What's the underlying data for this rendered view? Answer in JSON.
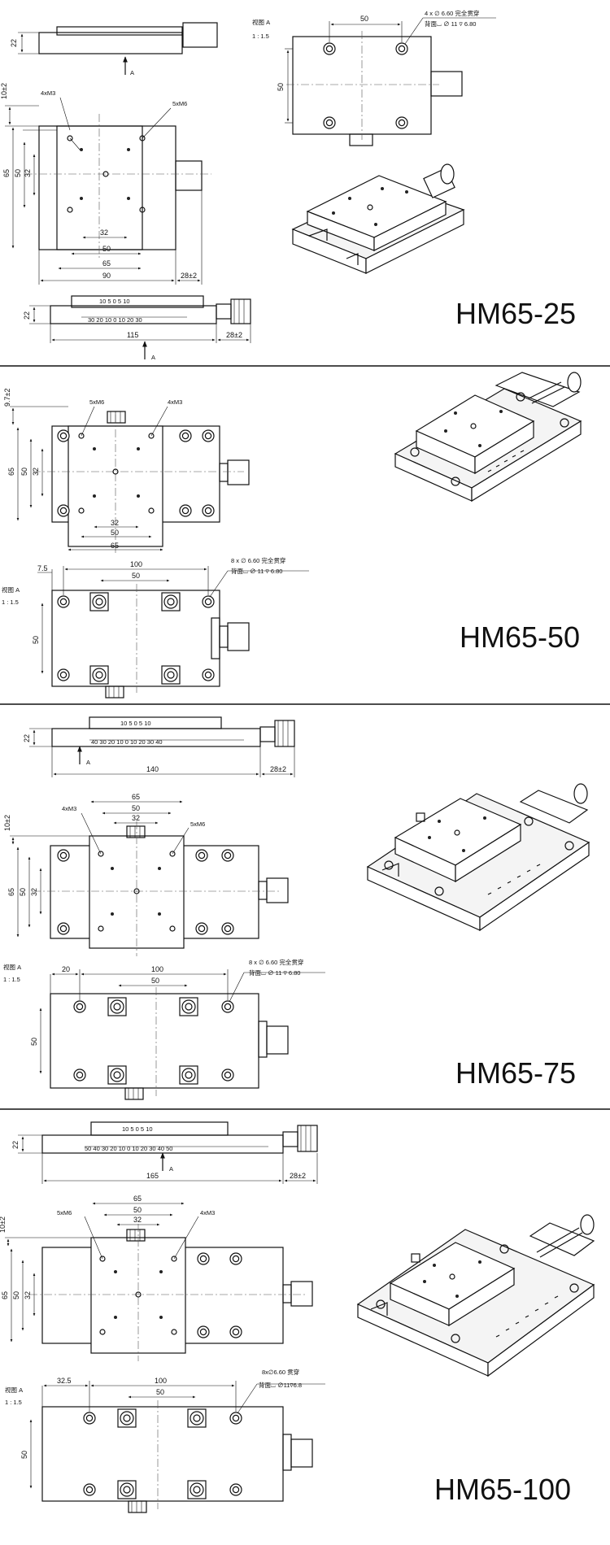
{
  "sections": [
    {
      "model": "HM65-25",
      "dims": {
        "h22a": "22",
        "top_w": "50",
        "top_h": "50",
        "dim10": "10±2",
        "left65": "65",
        "left50": "50",
        "left32": "32",
        "b32": "32",
        "b50": "50",
        "b65": "65",
        "b90": "90",
        "r28": "28±2",
        "h22b": "22",
        "w115": "115",
        "r28b": "28±2"
      },
      "labels": {
        "view": "视图 A",
        "scale": "1 : 1.5",
        "arrowA": "A",
        "arrowA2": "A",
        "m3": "4xM3",
        "m6": "5xM6"
      },
      "notes": {
        "hole1": "4 x ∅ 6.60 完全贯穿",
        "hole2": "背面⌴ ∅ 11 ⊽ 6.80"
      },
      "scale_top": [
        "10",
        "5",
        "0",
        "5",
        "10"
      ],
      "scale_bottom": [
        "30",
        "20",
        "10",
        "0",
        "10",
        "20",
        "30"
      ]
    },
    {
      "model": "HM65-50",
      "dims": {
        "dim97": "9.7±2",
        "l65": "65",
        "l50": "50",
        "l32": "32",
        "b32": "32",
        "b50": "50",
        "b65": "65",
        "d75": "7.5",
        "d100": "100",
        "d50": "50",
        "v50": "50"
      },
      "labels": {
        "m6": "5xM6",
        "m3": "4xM3",
        "view": "视图 A",
        "scale": "1 : 1.5"
      },
      "notes": {
        "hole1": "8 x ∅ 6.60 完全贯穿",
        "hole2": "背面⌴ ∅ 11 ⊽ 6.80"
      }
    },
    {
      "model": "HM65-75",
      "dims": {
        "h22": "22",
        "w140": "140",
        "r28": "28±2",
        "t65": "65",
        "t50": "50",
        "t32": "32",
        "dim10": "10±2",
        "l65": "65",
        "l50": "50",
        "l32": "32",
        "d20": "20",
        "d100": "100",
        "d50": "50",
        "v50": "50"
      },
      "labels": {
        "arrowA": "A",
        "m3": "4xM3",
        "m6": "5xM6",
        "view": "视图 A",
        "scale": "1 : 1.5"
      },
      "notes": {
        "hole1": "8 x ∅ 6.60 完全贯穿",
        "hole2": "背面⌴ ∅ 11 ⊽ 6.80"
      },
      "scale_top": [
        "10",
        "5",
        "0",
        "5",
        "10"
      ],
      "scale_bottom": [
        "40",
        "30",
        "20",
        "10",
        "0",
        "10",
        "20",
        "30",
        "40"
      ]
    },
    {
      "model": "HM65-100",
      "dims": {
        "h22": "22",
        "w165": "165",
        "r28": "28±2",
        "t65": "65",
        "t50": "50",
        "t32": "32",
        "dim10": "10±2",
        "l65": "65",
        "l50": "50",
        "l32": "32",
        "d325": "32.5",
        "d100": "100",
        "d50": "50",
        "v50": "50"
      },
      "labels": {
        "arrowA": "A",
        "m6": "5xM6",
        "m3": "4xM3",
        "view": "视图 A",
        "scale": "1 : 1.5"
      },
      "notes": {
        "hole1": "8x∅6.60 贯穿",
        "hole2": "背面⌴ ∅11⊽6.8"
      },
      "scale_top": [
        "10",
        "5",
        "0",
        "5",
        "10"
      ],
      "scale_bottom": [
        "50",
        "40",
        "30",
        "20",
        "10",
        "0",
        "10",
        "20",
        "30",
        "40",
        "50"
      ]
    }
  ]
}
